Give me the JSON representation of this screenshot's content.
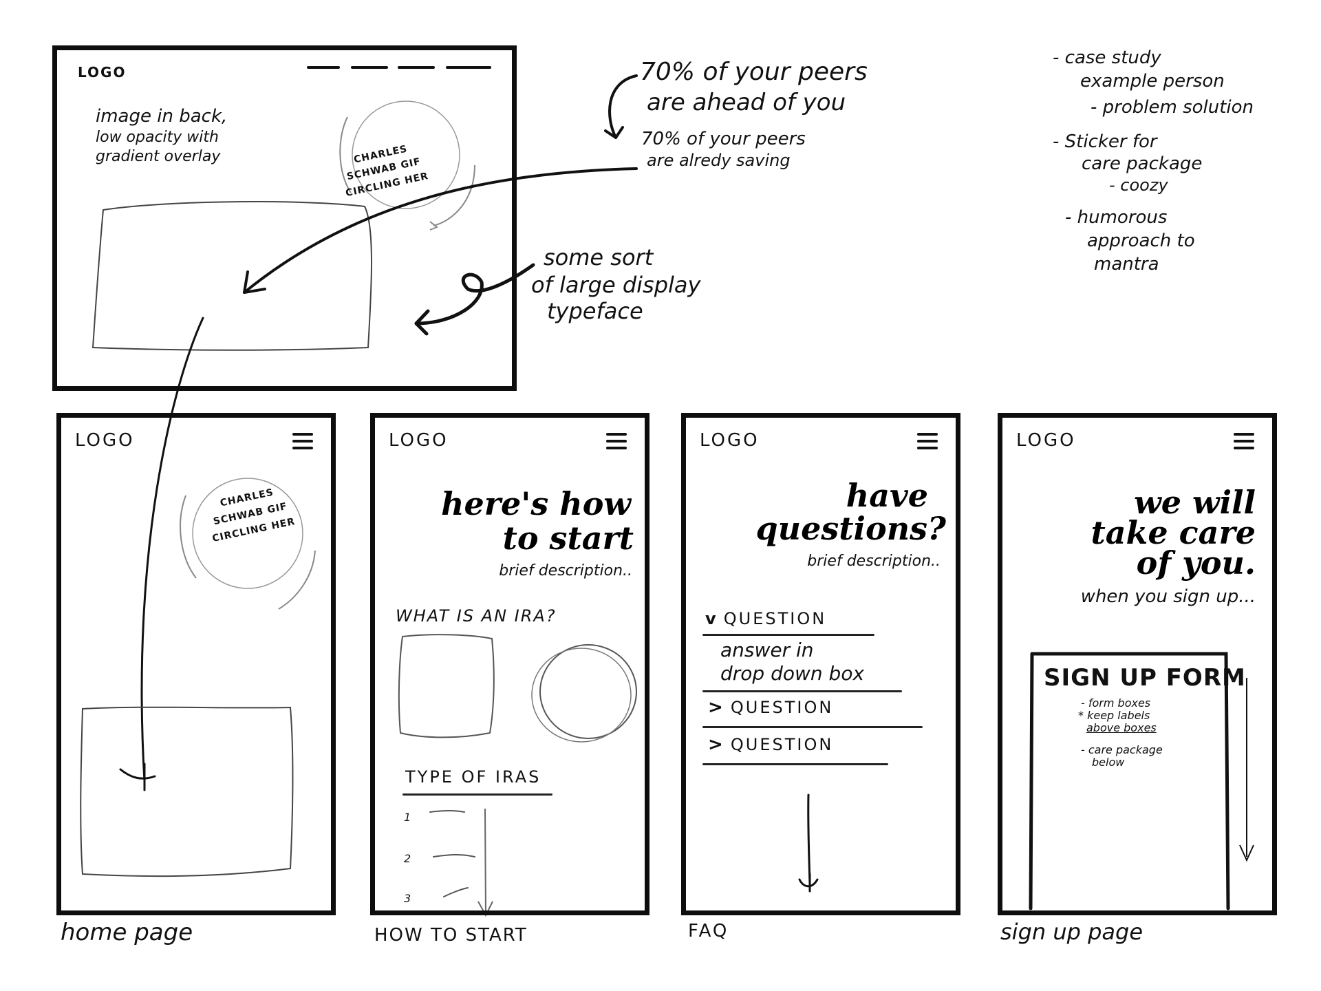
{
  "desktop": {
    "logo": "LOGO",
    "image_note": [
      "image in back,",
      "low opacity with",
      "gradient overlay"
    ],
    "gif_text": "CHARLES SCHWAB GIF CIRCLING HER"
  },
  "annotations": {
    "peers_1": [
      "70% of your peers",
      "are ahead of you"
    ],
    "peers_2": [
      "70% of your peers",
      "are alredy saving"
    ],
    "typeface": [
      "some sort",
      "of large display",
      "typeface"
    ],
    "notes": [
      "- case study",
      "example person",
      "- problem solution",
      "- Sticker for",
      "care package",
      "- coozy",
      "- humorous",
      "approach to",
      "mantra"
    ]
  },
  "pages": {
    "home": {
      "logo": "LOGO",
      "gif_text": "CHARLES SCHWAB GIF CIRCLING HER",
      "caption": "home page"
    },
    "how_to_start": {
      "logo": "LOGO",
      "headline": [
        "here's how",
        "to start"
      ],
      "description": "brief description..",
      "section_1": "WHAT IS AN IRA?",
      "section_2": "TYPE OF IRAS",
      "list_numbers": [
        "1",
        "2",
        "3"
      ],
      "caption": "HOW TO START"
    },
    "faq": {
      "logo": "LOGO",
      "headline": [
        "have",
        "questions?"
      ],
      "description": "brief description..",
      "questions": [
        {
          "marker": "v",
          "label": "QUESTION"
        },
        {
          "marker": ">",
          "label": "QUESTION"
        },
        {
          "marker": ">",
          "label": "QUESTION"
        }
      ],
      "answer": [
        "answer in",
        "drop down box"
      ],
      "caption": "FAQ"
    },
    "signup": {
      "logo": "LOGO",
      "headline": [
        "we will",
        "take care",
        "of you."
      ],
      "subline": "when you sign up...",
      "form_title": "SIGN UP FORM",
      "form_notes": [
        "- form boxes",
        "* keep labels",
        "above boxes",
        "- care package",
        "below"
      ],
      "caption": "sign up page"
    }
  }
}
